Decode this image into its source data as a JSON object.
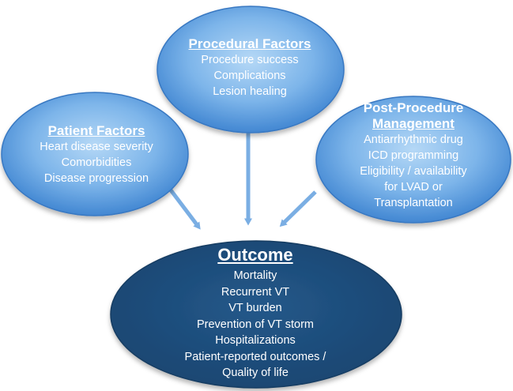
{
  "nodes": {
    "procedural": {
      "title": "Procedural Factors",
      "items": [
        "Procedure success",
        "Complications",
        "Lesion healing"
      ]
    },
    "patient": {
      "title": "Patient Factors",
      "items": [
        "Heart disease severity",
        "Comorbidities",
        "Disease progression"
      ]
    },
    "post_procedure": {
      "title_lines": [
        "Post-Procedure",
        "Management"
      ],
      "items": [
        "Antiarrhythmic drug",
        "ICD programming",
        "Eligibility / availability",
        "for LVAD or",
        "Transplantation"
      ]
    },
    "outcome": {
      "title": "Outcome",
      "items": [
        "Mortality",
        "Recurrent VT",
        "VT burden",
        "Prevention of VT storm",
        "Hospitalizations",
        "Patient-reported outcomes /",
        "Quality of life"
      ]
    }
  },
  "colors": {
    "light_blue_center": "#a9d0f3",
    "light_blue_edge": "#4a8fd6",
    "dark_blue": "#1f4d7a",
    "arrow": "#7aaee3",
    "text": "#ffffff"
  }
}
